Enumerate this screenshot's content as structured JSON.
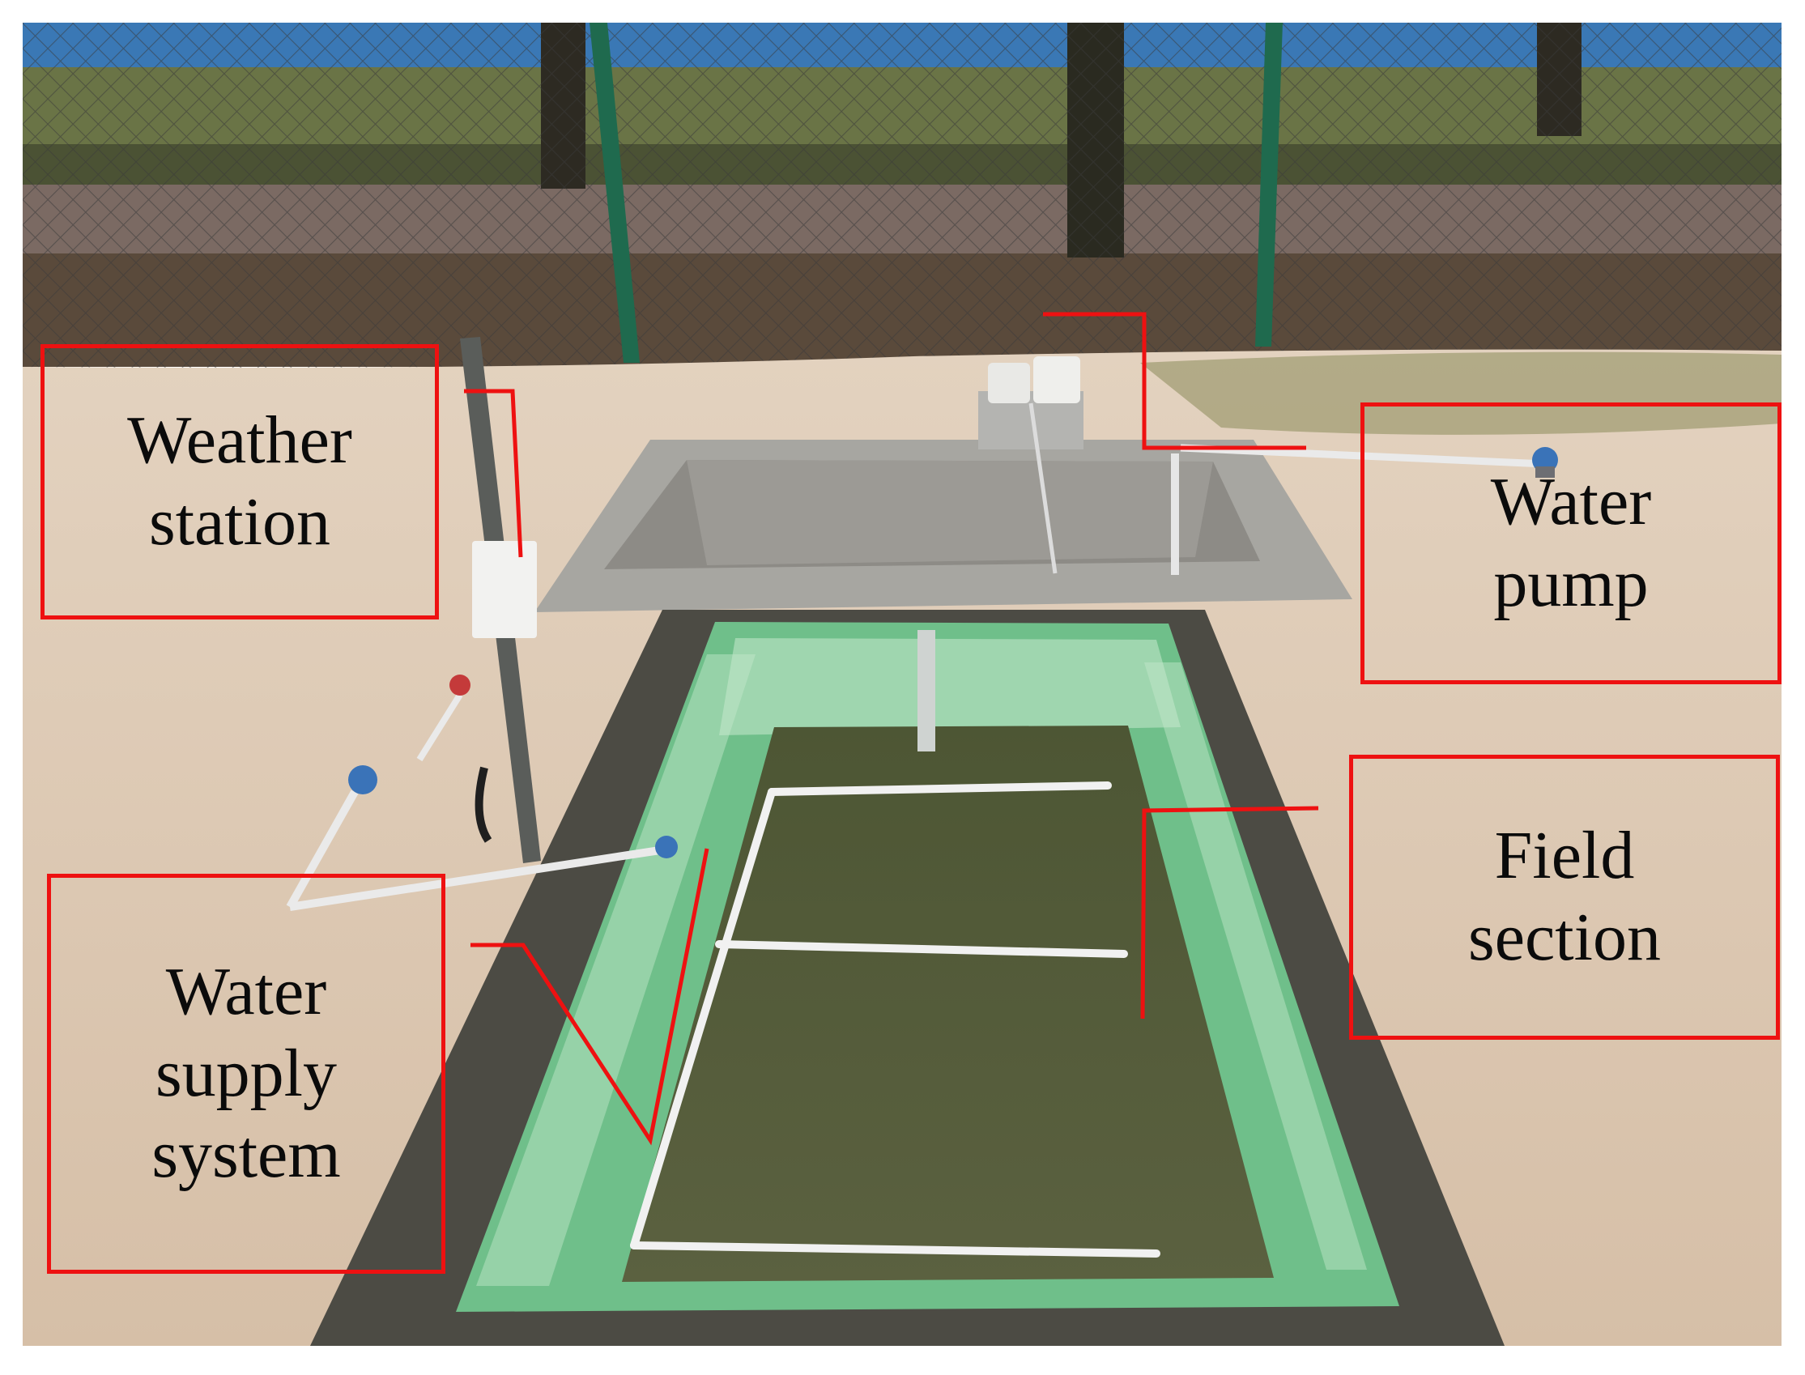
{
  "photo": {
    "colors": {
      "sand": "#d9c4ad",
      "grass": "#525a37",
      "liner": "#6fbf8a",
      "concrete": "#9e9c97",
      "fence_post": "#1f6a4e",
      "label_outline": "#ee1111"
    }
  },
  "labels": {
    "weather_station": "Weather\nstation",
    "water_pump": "Water\npump",
    "field_section": "Field\nsection",
    "water_supply_system": "Water\nsupply\nsystem"
  },
  "icons": [
    "weather-station-icon",
    "water-meter-icon",
    "pump-icon"
  ]
}
